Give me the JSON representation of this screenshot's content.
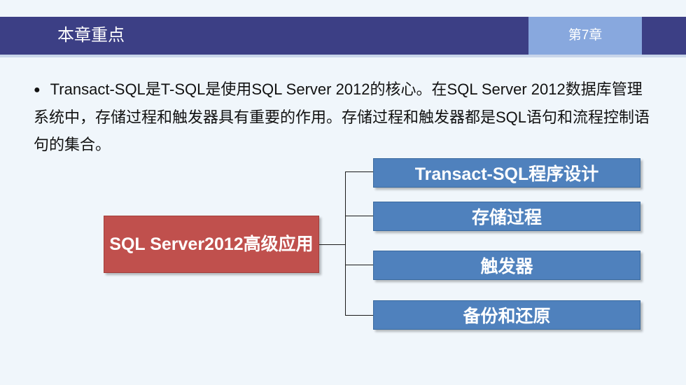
{
  "header": {
    "title": "本章重点",
    "chapter": "第7章"
  },
  "content": {
    "bullet": "●",
    "paragraph": "Transact-SQL是T-SQL是使用SQL Server 2012的核心。在SQL Server 2012数据库管理系统中，存储过程和触发器具有重要的作用。存储过程和触发器都是SQL语句和流程控制语句的集合。"
  },
  "diagram": {
    "root": "SQL Server2012高级应用",
    "nodes": [
      {
        "label": "Transact-SQL程序设计"
      },
      {
        "label": "存储过程"
      },
      {
        "label": "触发器"
      },
      {
        "label": "备份和还原"
      }
    ]
  },
  "colors": {
    "header_bg": "#3c3f85",
    "chapter_bg": "#88a8de",
    "root_bg": "#c0504d",
    "node_bg": "#4f81bd",
    "page_bg": "#f0f6fb"
  }
}
